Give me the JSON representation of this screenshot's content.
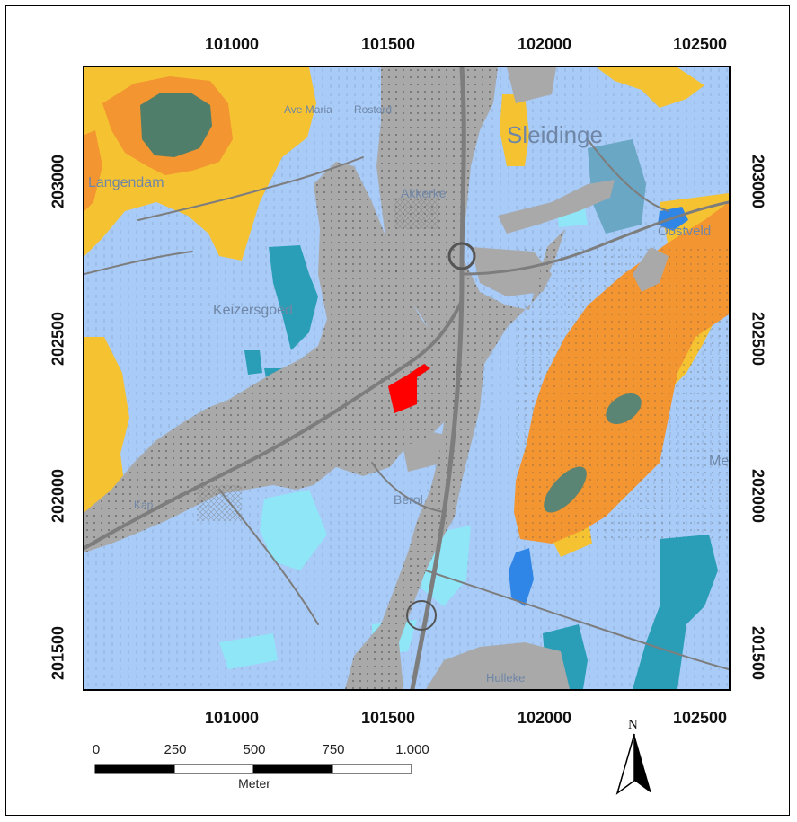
{
  "axes": {
    "x_ticks": [
      "101000",
      "101500",
      "102000",
      "102500"
    ],
    "y_ticks": [
      "203000",
      "202500",
      "202000",
      "201500"
    ]
  },
  "place_labels": {
    "sleidinge": "Sleidinge",
    "akkerke": "Akkerke",
    "keizersgoed": "Keizersgoed",
    "oostveld": "Oostveld",
    "langendam": "Langendam",
    "ave_maria": "Ave Maria",
    "rostord": "Rostord",
    "beroi": "Berol",
    "hulleke": "Hulleke",
    "kap": "Kap.",
    "me": "Me"
  },
  "scale_bar": {
    "labels": [
      "0",
      "250",
      "500",
      "750",
      "1.000"
    ],
    "unit": "Meter"
  },
  "north_arrow": {
    "letter": "N"
  },
  "colors": {
    "background": "#a9cbf7",
    "urban": "#a9a9a9",
    "yellow": "#f5c232",
    "orange": "#f39530",
    "dark_green": "#4f7e6a",
    "teal": "#2a9eb6",
    "cyan_light": "#8fe6f7",
    "blue_dark": "#2f86e6",
    "target_parcel": "#ff0000"
  }
}
